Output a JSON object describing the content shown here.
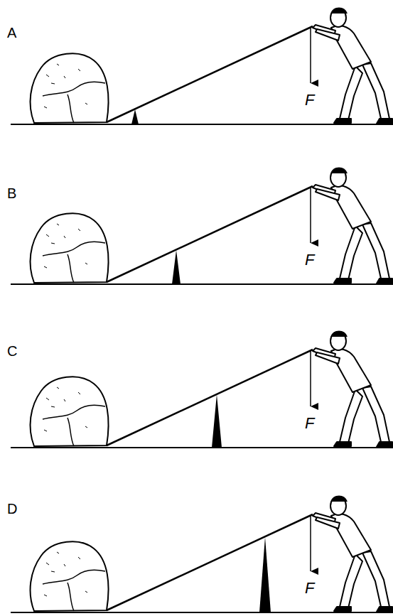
{
  "diagram": {
    "labels": [
      "A",
      "F",
      "B",
      "F",
      "C",
      "F",
      "D",
      "F"
    ]
  }
}
